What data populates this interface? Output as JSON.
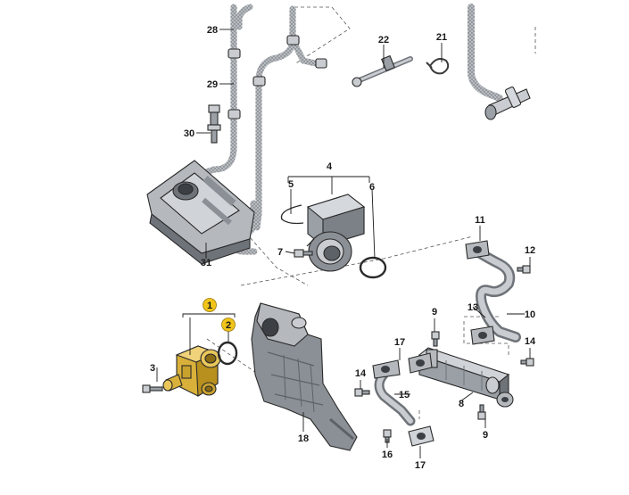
{
  "callouts": [
    {
      "id": "1",
      "label": "1",
      "highlight": true
    },
    {
      "id": "2",
      "label": "2",
      "highlight": true
    },
    {
      "id": "3",
      "label": "3"
    },
    {
      "id": "4",
      "label": "4"
    },
    {
      "id": "5",
      "label": "5"
    },
    {
      "id": "6",
      "label": "6"
    },
    {
      "id": "7",
      "label": "7"
    },
    {
      "id": "8",
      "label": "8"
    },
    {
      "id": "9a",
      "label": "9"
    },
    {
      "id": "9b",
      "label": "9"
    },
    {
      "id": "10",
      "label": "10"
    },
    {
      "id": "11",
      "label": "11"
    },
    {
      "id": "12",
      "label": "12"
    },
    {
      "id": "13",
      "label": "13"
    },
    {
      "id": "14a",
      "label": "14"
    },
    {
      "id": "14b",
      "label": "14"
    },
    {
      "id": "15",
      "label": "15"
    },
    {
      "id": "16",
      "label": "16"
    },
    {
      "id": "17a",
      "label": "17"
    },
    {
      "id": "17b",
      "label": "17"
    },
    {
      "id": "18",
      "label": "18"
    },
    {
      "id": "21",
      "label": "21"
    },
    {
      "id": "22",
      "label": "22"
    },
    {
      "id": "28",
      "label": "28"
    },
    {
      "id": "29",
      "label": "29"
    },
    {
      "id": "30",
      "label": "30"
    },
    {
      "id": "31",
      "label": "31"
    }
  ],
  "colors": {
    "highlight_part": "#d9b13a",
    "highlight_badge": "#f0c419",
    "metal_light": "#c9ccd0",
    "metal_dark": "#6e7379",
    "hose": "#9aa0a6",
    "line": "#1a1a1a"
  }
}
